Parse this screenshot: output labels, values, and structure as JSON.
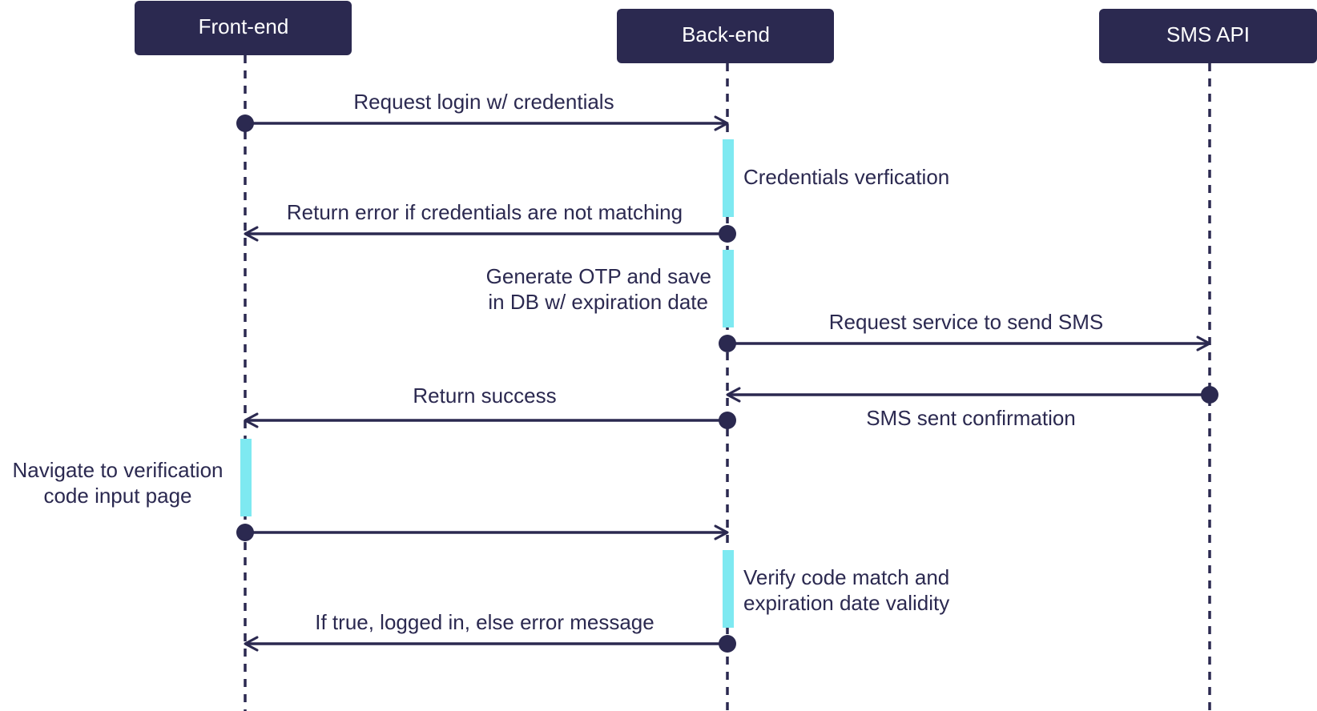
{
  "colors": {
    "primary": "#2b2950",
    "activation": "#7ee9f1",
    "background": "#ffffff",
    "header_text": "#ffffff"
  },
  "participants": [
    {
      "id": "frontend",
      "label": "Front-end"
    },
    {
      "id": "backend",
      "label": "Back-end"
    },
    {
      "id": "sms",
      "label": "SMS API"
    }
  ],
  "messages": [
    {
      "id": "request-login",
      "from": "frontend",
      "to": "backend",
      "label": "Request login w/ credentials"
    },
    {
      "id": "return-error",
      "from": "backend",
      "to": "frontend",
      "label": "Return error if credentials are not matching"
    },
    {
      "id": "request-sms",
      "from": "backend",
      "to": "sms",
      "label": "Request service to send SMS"
    },
    {
      "id": "sms-confirmation",
      "from": "sms",
      "to": "backend",
      "label": "SMS sent confirmation"
    },
    {
      "id": "return-success",
      "from": "backend",
      "to": "frontend",
      "label": "Return success"
    },
    {
      "id": "submit-code",
      "from": "frontend",
      "to": "backend",
      "label": ""
    },
    {
      "id": "login-result",
      "from": "backend",
      "to": "frontend",
      "label": "If true, logged in, else error message"
    }
  ],
  "activations": [
    {
      "id": "credentials-verification",
      "participant": "backend",
      "lines": [
        "Credentials verfication"
      ]
    },
    {
      "id": "generate-otp",
      "participant": "backend",
      "lines": [
        "Generate OTP and save",
        "in DB w/ expiration date"
      ]
    },
    {
      "id": "navigate-verification",
      "participant": "frontend",
      "lines": [
        "Navigate to verification",
        "code input page"
      ]
    },
    {
      "id": "verify-code",
      "participant": "backend",
      "lines": [
        "Verify code match and",
        "expiration date validity"
      ]
    }
  ]
}
